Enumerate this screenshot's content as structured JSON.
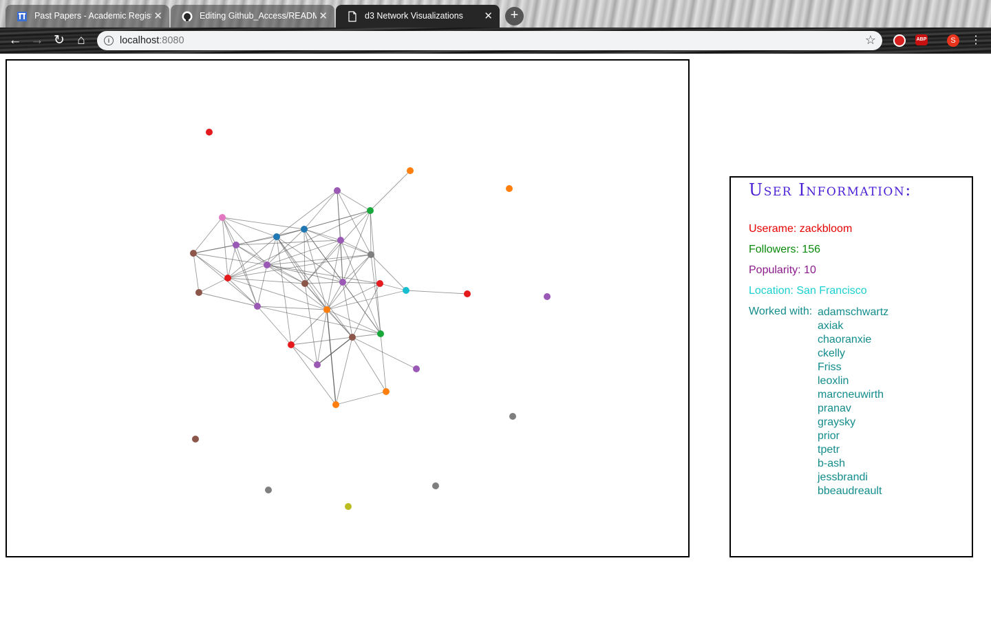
{
  "browser": {
    "tabs": [
      {
        "label": "Past Papers - Academic Regist",
        "icon": "university-icon",
        "active": false
      },
      {
        "label": "Editing Github_Access/READM",
        "icon": "github-icon",
        "active": false
      },
      {
        "label": "d3 Network Visualizations",
        "icon": "document-icon",
        "active": true
      }
    ],
    "url_host": "localhost",
    "url_port": ":8080",
    "profile_initial": "S"
  },
  "user_info": {
    "title": "User Information:",
    "username_line": "Userame: zackbloom",
    "followers_line": "Followers: 156",
    "popularity_line": "Popularity: 10",
    "location_line": "Location: San Francisco",
    "worked_with_label": "Worked with:",
    "worked_with": [
      "adamschwartz",
      "axiak",
      "chaoranxie",
      "ckelly",
      "Friss",
      "leoxlin",
      "marcneuwirth",
      "pranav",
      "graysky",
      "prior",
      "tpetr",
      "b-ash",
      "jessbrandi",
      "bbeaudreault"
    ],
    "colors": {
      "title": "#4b1fd6",
      "username": "#e60000",
      "followers": "#0a8a0a",
      "popularity": "#8b1a8b",
      "location": "#1ad0d0",
      "worked_with": "#138c8c"
    }
  },
  "network": {
    "node_colors": {
      "red": "#e41a1c",
      "orange": "#ff7f0e",
      "purple": "#9b59b6",
      "green": "#18a83a",
      "blue": "#1f77b4",
      "pink": "#e377c2",
      "brown": "#8c564b",
      "gray": "#7f7f7f",
      "cyan": "#17becf",
      "olive": "#bcbd22"
    },
    "edge_color": "#555555"
  }
}
